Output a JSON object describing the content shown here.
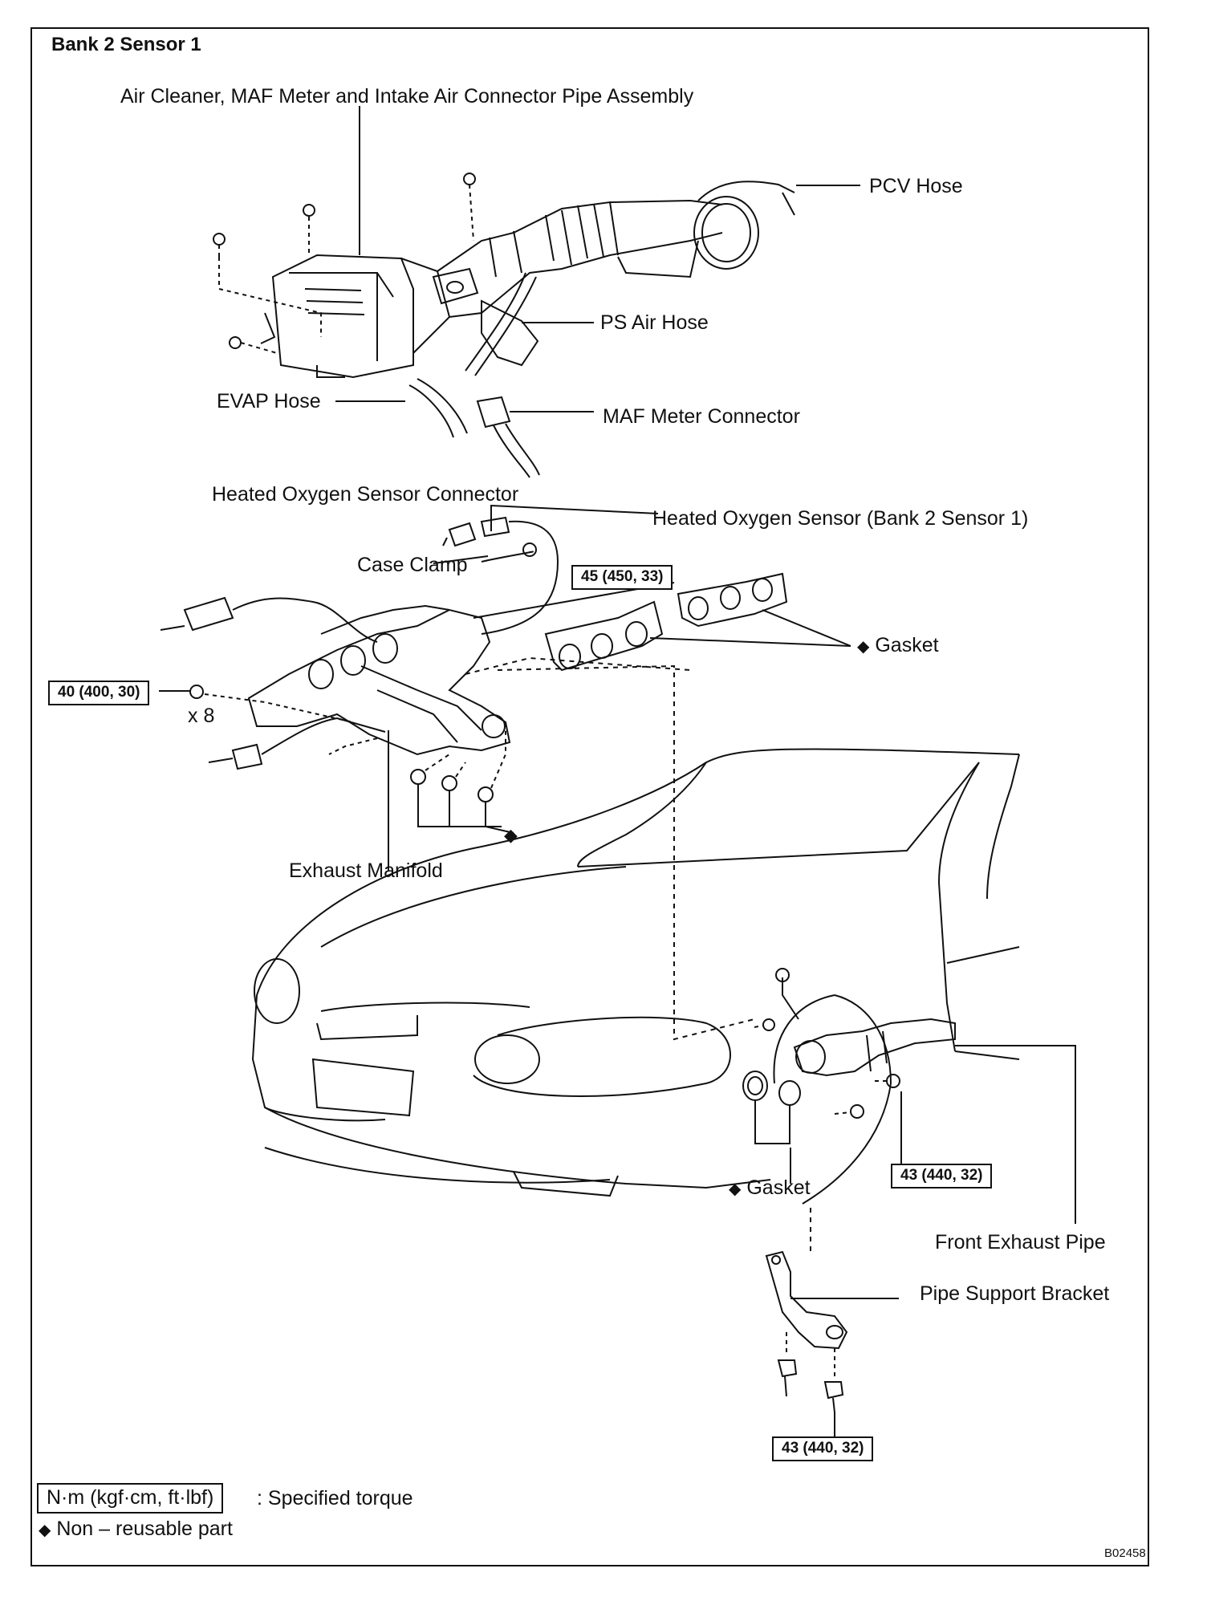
{
  "title": "Bank 2 Sensor 1",
  "labels": {
    "air_cleaner": "Air Cleaner, MAF Meter and Intake Air Connector Pipe Assembly",
    "pcv_hose": "PCV Hose",
    "ps_air_hose": "PS Air Hose",
    "evap_hose": "EVAP Hose",
    "maf_connector": "MAF Meter Connector",
    "ho2s_connector": "Heated Oxygen Sensor Connector",
    "ho2s": "Heated Oxygen Sensor (Bank 2 Sensor 1)",
    "case_clamp": "Case Clamp",
    "gasket_upper": "Gasket",
    "x8": "x 8",
    "exhaust_manifold": "Exhaust Manifold",
    "gasket_lower": "Gasket",
    "front_exhaust_pipe": "Front Exhaust Pipe",
    "pipe_support_bracket": "Pipe Support Bracket"
  },
  "torques": {
    "t1": "45 (450, 33)",
    "t2": "40 (400, 30)",
    "t3": "43 (440, 32)",
    "t4": "43 (440, 32)"
  },
  "legend": {
    "torque_unit": "N·m (kgf·cm, ft·lbf)",
    "torque_text": ": Specified torque",
    "nonreusable": "Non – reusable part"
  },
  "symbols": {
    "diamond": "◆"
  },
  "figure_id": "B02458"
}
